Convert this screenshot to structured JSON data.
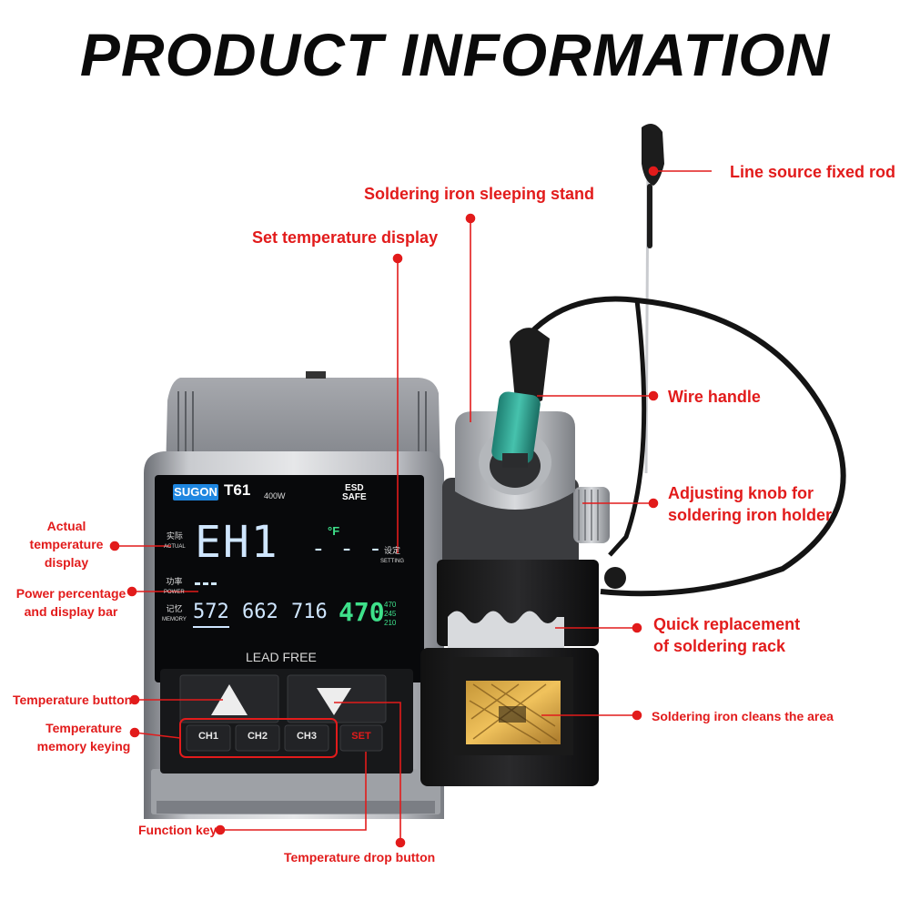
{
  "title": "PRODUCT INFORMATION",
  "labels": {
    "line_source_rod": "Line source fixed rod",
    "sleeping_stand": "Soldering iron sleeping stand",
    "set_temp_display": "Set temperature display",
    "wire_handle": "Wire handle",
    "adjusting_knob_1": "Adjusting knob for",
    "adjusting_knob_2": "soldering iron holder",
    "actual_temp_1": "Actual",
    "actual_temp_2": "temperature",
    "actual_temp_3": "display",
    "power_pct_1": "Power percentage",
    "power_pct_2": "and display bar",
    "quick_replace_1": "Quick replacement",
    "quick_replace_2": "of soldering rack",
    "cleans_area": "Soldering iron cleans the area",
    "temp_button": "Temperature button",
    "temp_memory_1": "Temperature",
    "temp_memory_2": "memory keying",
    "function_key": "Function key",
    "temp_drop_button": "Temperature drop button"
  },
  "device": {
    "brand": "SUGON",
    "model": "T61",
    "power": "400W",
    "esd_1": "ESD",
    "esd_2": "SAFE",
    "actual_cn": "实际",
    "actual_en": "ACTUAL",
    "power_cn": "功率",
    "power_en": "POWER",
    "memory_cn": "记忆",
    "memory_en": "MEMORY",
    "setting_cn": "设定",
    "setting_en": "SETTING",
    "main_readout": "EH1",
    "unit": "°F",
    "set_readout": "- - -",
    "mem_1": "572",
    "mem_2": "662",
    "mem_3": "716",
    "mem_active": "470",
    "small_1": "470",
    "small_2": "245",
    "small_3": "210",
    "lead_free": "LEAD FREE",
    "ch1": "CH1",
    "ch2": "CH2",
    "ch3": "CH3",
    "set": "SET"
  },
  "colors": {
    "accent": "#e21b1b",
    "display_green": "#3ee08a",
    "display_blue": "#cfe6ff",
    "brand_blue": "#1e86e0"
  }
}
